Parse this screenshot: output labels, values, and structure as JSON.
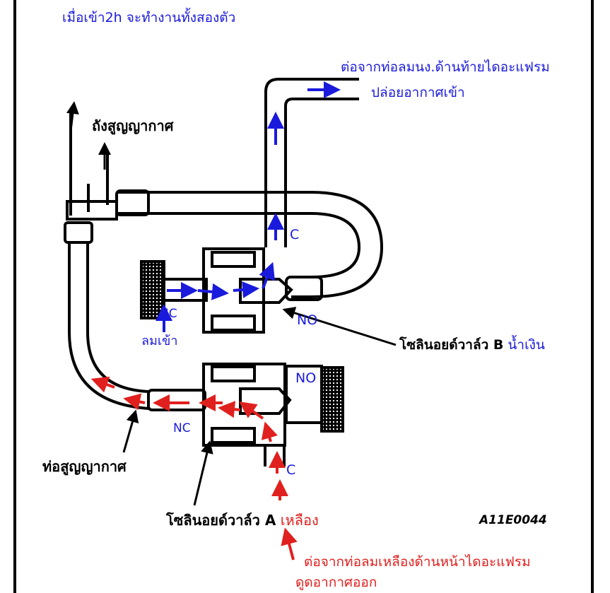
{
  "title": "เมื่อเข้า2h จะทำงานทั้งสองตัว",
  "top_pipe": {
    "line1": "ต่อจากท่อลมนง.ด้านท้ายไดอะแฟรม",
    "line2": "ปล่อยอากาศเข้า"
  },
  "vacuum_tank": "ถังสูญญากาศ",
  "vacuum_pipe": "ท่อสูญญากาศ",
  "valve_b": {
    "label": "โซลินอยด์วาล์ว B",
    "color_label": "น้ำเงิน",
    "c": "C",
    "nc": "NC",
    "no": "NO",
    "air_in": "ลมเข้า"
  },
  "valve_a": {
    "label": "โซลินอยด์วาล์ว A",
    "color_label": "เหลือง",
    "c": "C",
    "nc": "NC",
    "no": "NO"
  },
  "figure_code": "A11E0044",
  "bottom_pipe": {
    "line1": "ต่อจากท่อลมเหลืองด้านหน้าไดอะแฟรม",
    "line2": "ดูดอากาศออก"
  },
  "colors": {
    "blue": "#1a1adc",
    "red": "#e0201e",
    "black": "#000000"
  }
}
